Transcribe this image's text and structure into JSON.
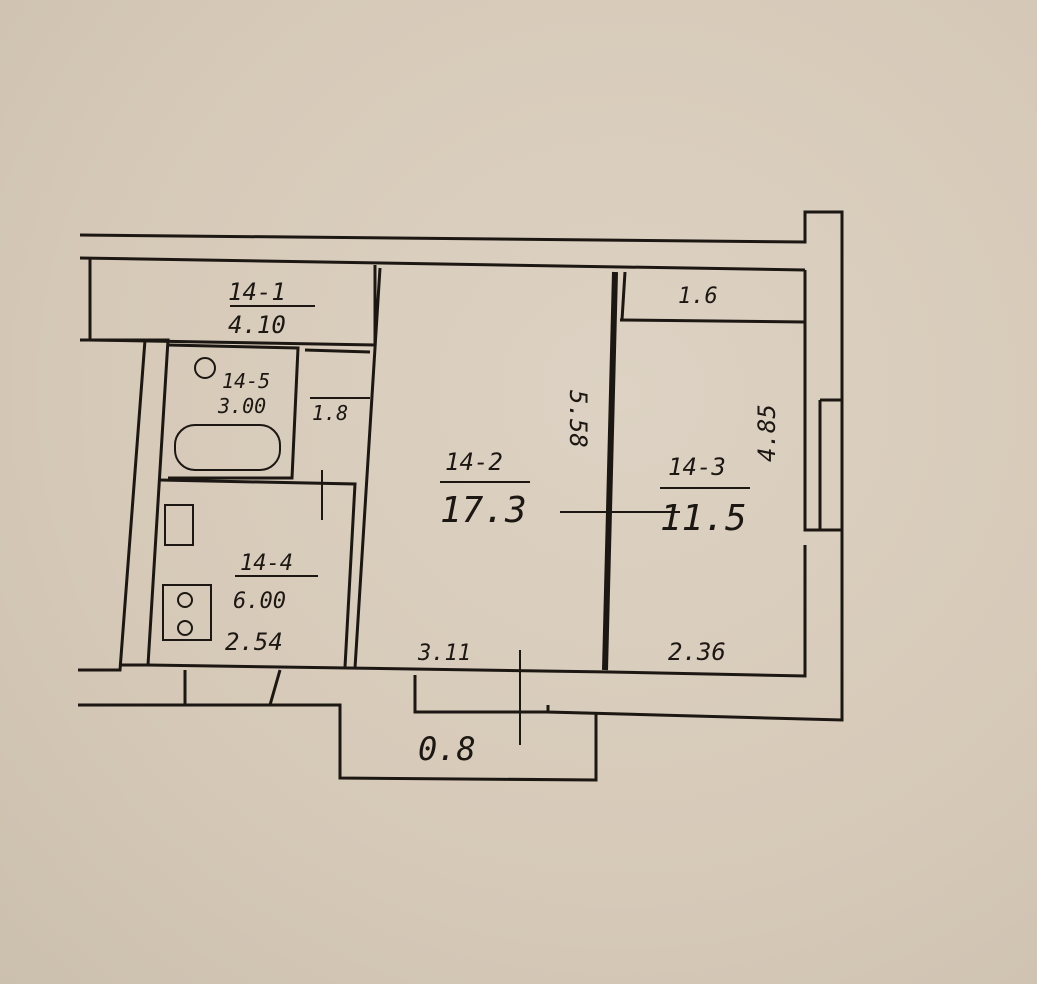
{
  "rooms": [
    {
      "id": "14-1",
      "area": "4.10"
    },
    {
      "id": "14-5",
      "area": "3.00"
    },
    {
      "id": "14-4",
      "area": "6.00",
      "dimension": "2.54"
    },
    {
      "id": "14-2",
      "area": "17.3",
      "dimension": "5.58",
      "width": "3.11"
    },
    {
      "id": "14-3",
      "area": "11.5",
      "dimension": "4.85",
      "width": "2.36"
    }
  ],
  "corridor_area": "1.8",
  "closet_area": "1.6",
  "balcony_area": "0.8"
}
